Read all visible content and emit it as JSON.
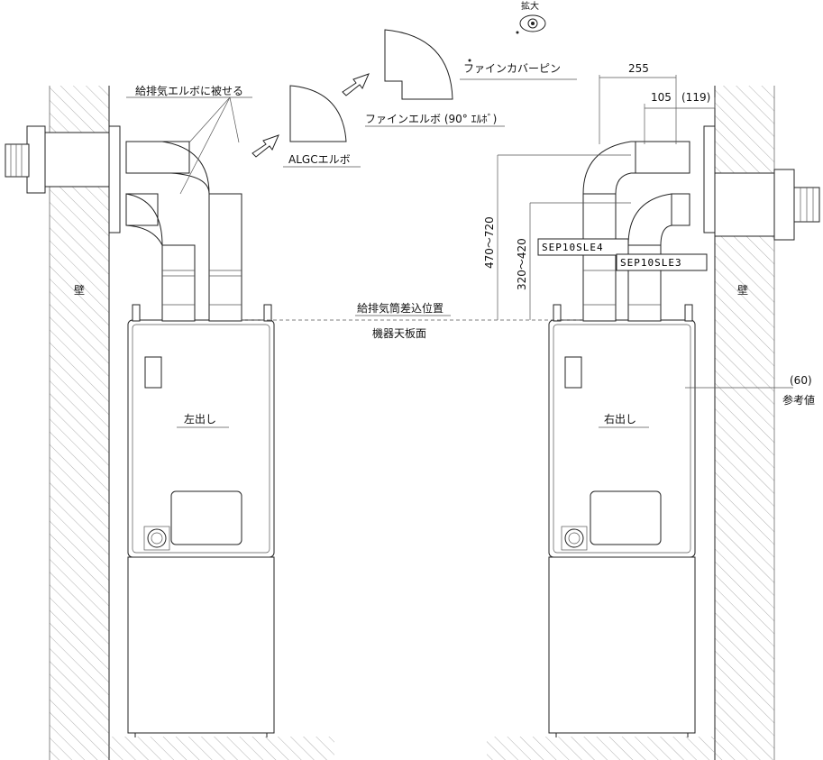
{
  "labels": {
    "magnify": "拡大",
    "fine_cover_pin": "ファインカバーピン",
    "elbow_cover_note": "給排気エルボに被せる",
    "fine_elbow": "ファインエルボ (90° ｴﾙﾎﾞ)",
    "algc_elbow": "ALGCエルボ",
    "wall_left": "壁",
    "wall_right": "壁",
    "insert_position": "給排気筒差込位置",
    "top_panel": "機器天板面",
    "left_outlet": "左出し",
    "right_outlet": "右出し",
    "sep4": "SEP10SLE4",
    "sep3": "SEP10SLE3",
    "reference_value": "参考値"
  },
  "dimensions": {
    "d255": "255",
    "d105": "105",
    "d119": "(119)",
    "d470_720": "470～720",
    "d320_420": "320～420",
    "d60": "(60)"
  },
  "colors": {
    "line": "#222222",
    "hatch": "#999999",
    "background": "#ffffff"
  }
}
